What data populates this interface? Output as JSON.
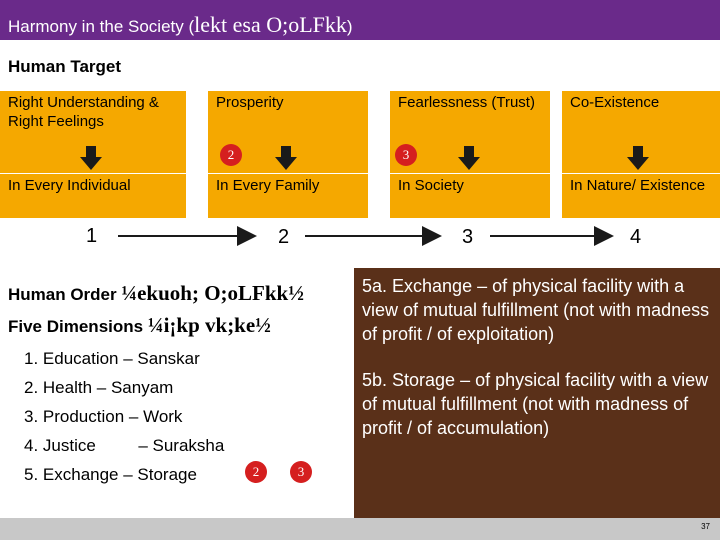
{
  "title": {
    "english": "Harmony in the Society (",
    "hindi": "lekt esa O;oLFkk",
    "close": ")"
  },
  "subtitle": "Human Target",
  "top_boxes": [
    {
      "label": "Right Understanding & Right Feelings"
    },
    {
      "label": "Prosperity",
      "badge": "2"
    },
    {
      "label": "Fearlessness (Trust)",
      "badge": "3"
    },
    {
      "label": "Co-Existence"
    }
  ],
  "bottom_boxes": [
    {
      "label": "In Every Individual"
    },
    {
      "label": "In Every Family"
    },
    {
      "label": "In Society"
    },
    {
      "label": "In Nature/ Existence"
    }
  ],
  "sequence_numbers": [
    "1",
    "2",
    "3",
    "4"
  ],
  "human_order": {
    "label": "Human Order ",
    "hindi": "¼ekuoh; O;oLFkk½"
  },
  "five_dimensions": {
    "label": "Five Dimensions ",
    "hindi": "¼i¡kp vk;ke½"
  },
  "dimensions": [
    "1. Education – Sanskar",
    "2. Health – Sanyam",
    "3. Production – Work",
    "4. Justice         – Suraksha",
    "5. Exchange – Storage"
  ],
  "dimension_badges": [
    "2",
    "3"
  ],
  "exchange_text": "5a. Exchange – of physical facility with a view of mutual fulfillment (not with madness of profit / of exploitation)",
  "storage_text": "5b. Storage – of physical facility with a view of mutual fulfillment (not with madness of profit / of accumulation)",
  "page_number": "37",
  "colors": {
    "title_bar": "#6a2a8a",
    "box": "#f5a800",
    "badge": "#d51f1f",
    "panel": "#5a3019",
    "arrow": "#1a1a1a"
  }
}
